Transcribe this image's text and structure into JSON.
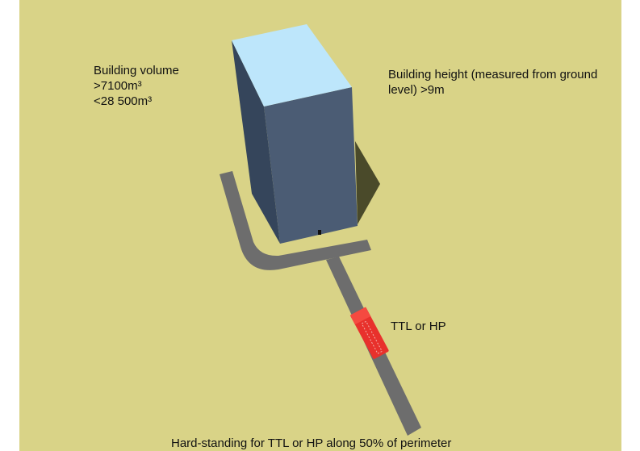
{
  "colors": {
    "ground": "#d9d387",
    "road": "#6d6d6d",
    "roof": "#bde6fb",
    "wall_front": "#4b5c74",
    "wall_side": "#35455b",
    "shadow": "#4a4a2a",
    "truck": "#e8312c"
  },
  "labels": {
    "volume_title": "Building volume",
    "volume_min": ">7100m³",
    "volume_max": "<28 500m³",
    "height_line1": "Building height (measured from ground",
    "height_line2": "level) >9m",
    "vehicle": "TTL or HP",
    "caption": "Hard-standing for TTL or HP along 50% of perimeter"
  }
}
